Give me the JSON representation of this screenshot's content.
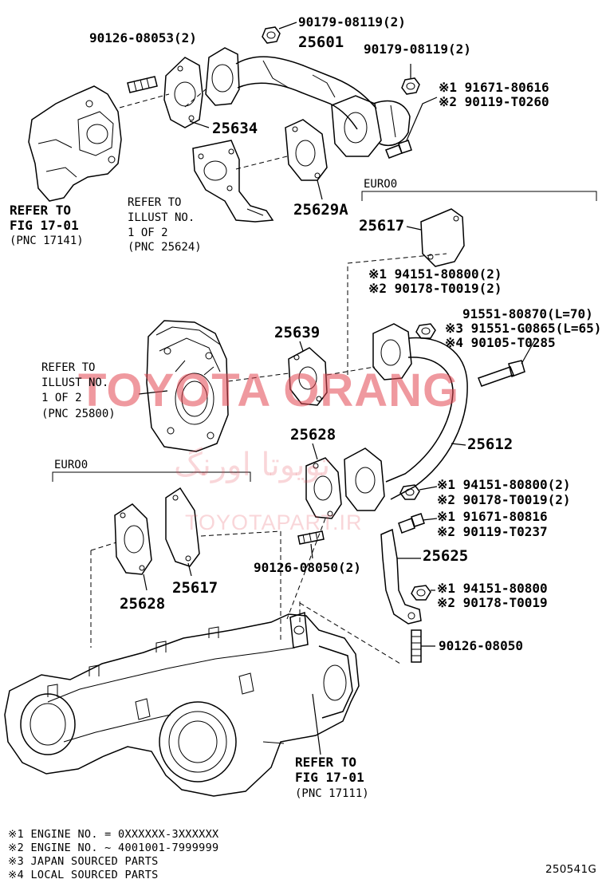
{
  "labels": {
    "p_90179_top": "90179-08119(2)",
    "p_90126_08053": "90126-08053(2)",
    "p_25601": "25601",
    "p_90179_right": "90179-08119(2)",
    "p_91671_80616": "※1 91671-80616",
    "p_90119_T0260": "※2 90119-T0260",
    "p_25634": "25634",
    "p_25629A": "25629A",
    "p_25617_top": "25617",
    "p_94151_80800_a": "※1 94151-80800(2)",
    "p_90178_T0019_a": "※2 90178-T0019(2)",
    "p_91551_80870": "91551-80870(L=70)",
    "p_91551_G0865": "※3 91551-G0865(L=65)",
    "p_90105_T0285": "※4 90105-T0285",
    "p_25639": "25639",
    "p_25628_mid": "25628",
    "p_25612": "25612",
    "p_94151_80800_b": "※1 94151-80800(2)",
    "p_90178_T0019_b": "※2 90178-T0019(2)",
    "p_91671_80816": "※1 91671-80816",
    "p_90119_T0237": "※2 90119-T0237",
    "p_25625": "25625",
    "p_90126_08050_2": "90126-08050(2)",
    "p_94151_80800_c": "※1 94151-80800",
    "p_90178_T0019_c": "※2 90178-T0019",
    "p_90126_08050": "90126-08050",
    "p_25628_bot": "25628",
    "p_25617_bot": "25617"
  },
  "euro_labels": {
    "right": "EURO0",
    "left": "EURO0"
  },
  "refs": {
    "fig1701_top": [
      "REFER TO",
      "FIG 17-01",
      "(PNC 17141)"
    ],
    "illust_25624": [
      "REFER TO",
      "ILLUST NO.",
      "1 OF 2",
      "(PNC 25624)"
    ],
    "illust_25800": [
      "REFER TO",
      "ILLUST NO.",
      "1 OF 2",
      "(PNC 25800)"
    ],
    "fig1701_bot": [
      "REFER TO",
      "FIG 17-01",
      "(PNC 17111)"
    ]
  },
  "footnotes": [
    "※1  ENGINE NO. = 0XXXXXX-3XXXXXX",
    "※2  ENGINE NO. ~ 4001001-7999999",
    "※3  JAPAN SOURCED PARTS",
    "※4  LOCAL SOURCED PARTS"
  ],
  "figure_id": "250541G",
  "watermark": {
    "main": "TOYOTA ORANG",
    "persian": "تویوتا اورنگ",
    "url": "TOYOTAPART.IR"
  }
}
